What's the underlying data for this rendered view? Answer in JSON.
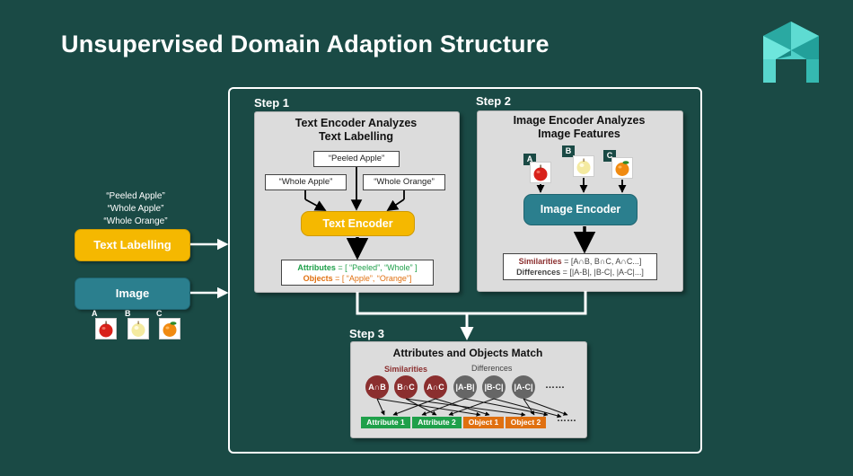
{
  "title": "Unsupervised Domain Adaption Structure",
  "left": {
    "samples": [
      "“Peeled Apple”",
      "“Whole Apple”",
      "“Whole Orange”"
    ],
    "text_labelling": "Text Labelling",
    "image": "Image",
    "fruit_labels": [
      "A",
      "B",
      "C"
    ]
  },
  "step1": {
    "label": "Step 1",
    "title_line1": "Text Encoder Analyzes",
    "title_line2": "Text Labelling",
    "box_top": "“Peeled Apple”",
    "box_left": "“Whole Apple”",
    "box_right": "“Whole Orange”",
    "encoder": "Text Encoder",
    "attributes_key": "Attributes",
    "attributes_val": " = [ “Peeled”, “Whole” ]",
    "objects_key": "Objects",
    "objects_val": " = [ “Apple”, “Orange”]"
  },
  "step2": {
    "label": "Step 2",
    "title_line1": "Image Encoder Analyzes",
    "title_line2": "Image Features",
    "tags": [
      "A",
      "B",
      "C"
    ],
    "encoder": "Image Encoder",
    "similarities_key": "Similarities",
    "similarities_val": " = [A∩B, B∩C, A∩C...]",
    "differences_key": "Differences",
    "differences_val": " = [|A-B|, |B-C|, |A-C|...]"
  },
  "step3": {
    "label": "Step 3",
    "title": "Attributes and Objects Match",
    "similarities_label": "Similarities",
    "differences_label": "Differences",
    "sim_circles": [
      "A∩B",
      "B∩C",
      "A∩C"
    ],
    "diff_circles": [
      "|A-B|",
      "|B-C|",
      "|A-C|"
    ],
    "ellipsis": "……",
    "attr_boxes": [
      "Attribute 1",
      "Attribute 2"
    ],
    "obj_boxes": [
      "Object 1",
      "Object 2"
    ],
    "box_ellipsis": "……"
  },
  "colors": {
    "background": "#1a4a45",
    "text_encoder": "#f5b800",
    "image_encoder": "#2b7f8e",
    "attributes_green": "#1fa04a",
    "objects_orange": "#e07010",
    "similarity_red": "#8b2f2f",
    "difference_gray": "#666666",
    "logo_teal": "#3cc8c0"
  }
}
